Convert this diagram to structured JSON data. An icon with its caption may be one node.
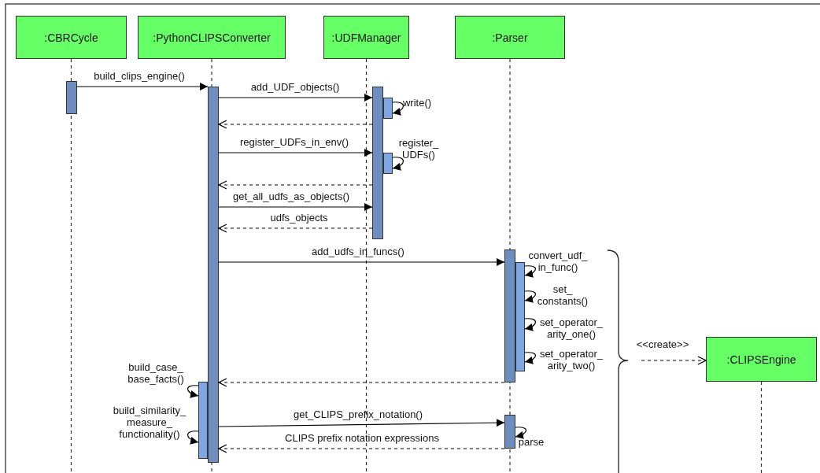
{
  "diagram": {
    "nodes": [
      {
        "text": [
          ":CBRCycle"
        ]
      },
      {
        "text": [
          ":PythonCLIPSConverter"
        ]
      },
      {
        "text": [
          ":UDFManager"
        ]
      },
      {
        "text": [
          ":Parser"
        ]
      },
      {
        "text": [
          ":CLIPSEngine"
        ]
      },
      {
        "text": [],
        "shape": "bar"
      },
      {
        "text": [],
        "shape": "bar"
      },
      {
        "text": [],
        "shape": "bar"
      },
      {
        "text": [],
        "shape": "bar"
      },
      {
        "text": [],
        "shape": "bar"
      },
      {
        "text": [],
        "shape": "bar"
      },
      {
        "text": [],
        "shape": "bar"
      },
      {
        "text": [],
        "shape": "bar"
      },
      {
        "text": [],
        "shape": "bar"
      }
    ],
    "edges": [
      {
        "from": 5,
        "to": 6,
        "arrow": "to",
        "label": "build_clips_engine()"
      },
      {
        "from": 6,
        "to": 7,
        "arrow": "to",
        "label": "add_UDF_objects()"
      },
      {
        "from": 8,
        "to": 8,
        "arrow": "to",
        "label": "write()"
      },
      {
        "from": 7,
        "to": 6,
        "arrow": "to",
        "style": "dashed"
      },
      {
        "from": 6,
        "to": 7,
        "arrow": "to",
        "label": "register_UDFs_in_env()"
      },
      {
        "from": 9,
        "to": 9,
        "arrow": "to",
        "label": "register_ UDFs()"
      },
      {
        "from": 7,
        "to": 6,
        "arrow": "to",
        "style": "dashed"
      },
      {
        "from": 6,
        "to": 7,
        "arrow": "to",
        "label": "get_all_udfs_as_objects()"
      },
      {
        "from": 7,
        "to": 6,
        "arrow": "to",
        "style": "dashed",
        "label": "udfs_objects"
      },
      {
        "from": 6,
        "to": 10,
        "arrow": "to",
        "label": "add_udfs_in_funcs()"
      },
      {
        "from": 11,
        "to": 11,
        "arrow": "to",
        "label": "convert_udf_ in_func()"
      },
      {
        "from": 11,
        "to": 11,
        "arrow": "to",
        "label": "set_ constants()"
      },
      {
        "from": 11,
        "to": 11,
        "arrow": "to",
        "label": "set_operator_ arity_one()"
      },
      {
        "from": 11,
        "to": 11,
        "arrow": "to",
        "label": "set_operator_ arity_two()"
      },
      {
        "from": 10,
        "to": 6,
        "arrow": "to",
        "style": "dashed"
      },
      {
        "from": 12,
        "to": 12,
        "arrow": "to",
        "label": "build_case_ base_facts()"
      },
      {
        "from": 12,
        "to": 12,
        "arrow": "to",
        "label": "build_similarity_ measure_ functionality()"
      },
      {
        "from": 6,
        "to": 13,
        "arrow": "to",
        "label": "get_CLIPS_prefix_notation()"
      },
      {
        "from": 13,
        "to": 13,
        "arrow": "to",
        "label": "parse"
      },
      {
        "from": 13,
        "to": 6,
        "arrow": "to",
        "style": "dashed",
        "label": "CLIPS prefix notation expressions"
      },
      {
        "from": null,
        "to": 4,
        "arrow": "to",
        "style": "dashed",
        "label": "<<create>>"
      }
    ]
  }
}
